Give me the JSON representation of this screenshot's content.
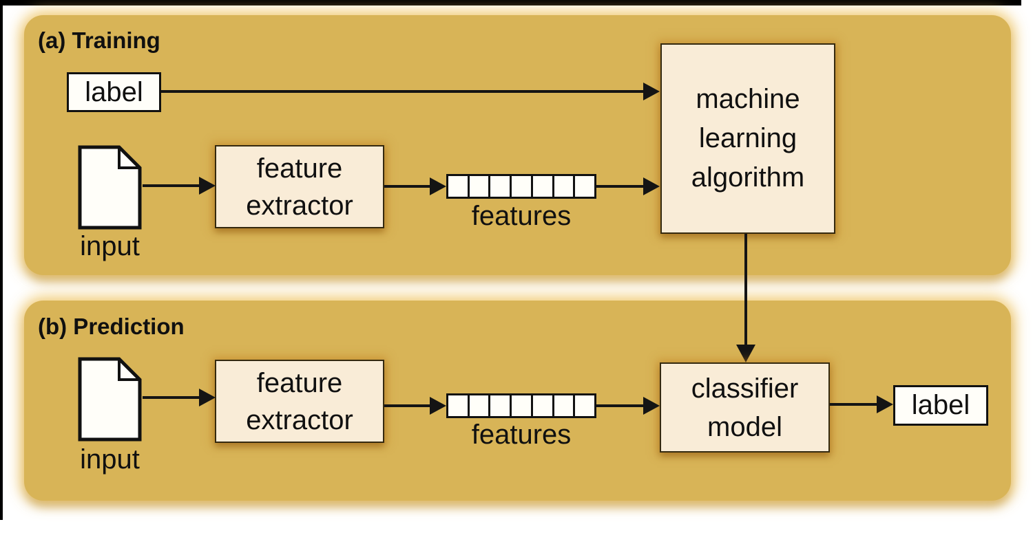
{
  "page": {
    "panel_color": "#d8b457",
    "box_color": "#f9ecd7",
    "white_box_color": "#fffef9",
    "arrow_color": "#141414",
    "text_color": "#101010"
  },
  "training": {
    "title": "(a) Training",
    "label_box": "label",
    "input_caption": "input",
    "feature_extractor_box": "feature extractor",
    "features_caption": "features",
    "features_cell_count": 7,
    "algorithm_box": "machine learning algorithm"
  },
  "prediction": {
    "title": "(b) Prediction",
    "input_caption": "input",
    "feature_extractor_box": "feature extractor",
    "features_caption": "features",
    "features_cell_count": 7,
    "classifier_box": "classifier model",
    "label_box": "label"
  }
}
